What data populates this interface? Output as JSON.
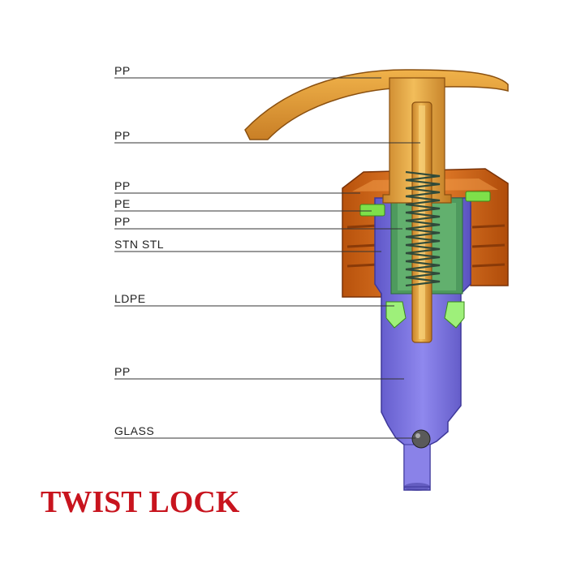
{
  "title": "TWIST LOCK",
  "labels": [
    "PP",
    "PP",
    "PP",
    "PE",
    "PP",
    "STN STL",
    "LDPE",
    "PP",
    "GLASS"
  ],
  "colors": {
    "title": "#c8141e",
    "actuator": "#e8a43a",
    "closure": "#d86a1a",
    "body": "#7a72e0",
    "gasket": "#7ee04a",
    "spring": "#5a9a4a",
    "ball": "#555555",
    "leader": "#333333"
  }
}
